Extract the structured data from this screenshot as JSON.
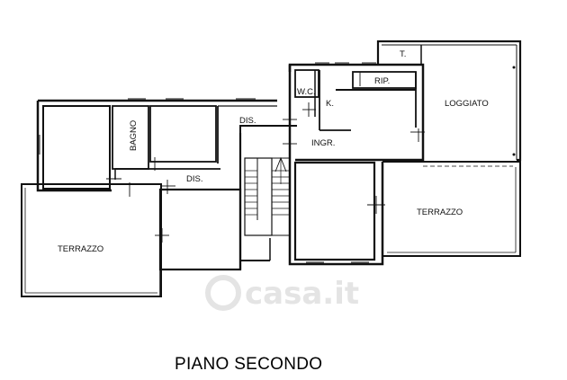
{
  "plan": {
    "title": "PIANO SECONDO",
    "watermark": "casa.it",
    "rooms": {
      "terrazzo_left": "TERRAZZO",
      "bagno": "BAGNO",
      "dis_left": "DIS.",
      "dis_center": "DIS.",
      "wc": "W.C.",
      "kitchen": "K.",
      "ripostiglio": "RIP.",
      "ingresso": "INGR.",
      "terrace_t": "T.",
      "loggiato": "LOGGIATO",
      "terrazzo_right": "TERRAZZO"
    },
    "colors": {
      "wall": "#111111",
      "watermark": "#e4e4e4"
    }
  }
}
